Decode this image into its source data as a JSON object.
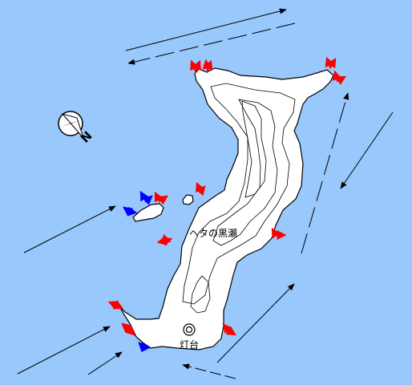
{
  "map": {
    "labels": {
      "place_name": "ヘタの黒瀬",
      "lighthouse": "灯台",
      "compass": "N"
    },
    "colors": {
      "sea": "#98c8fc",
      "land": "#ffffff",
      "outline": "#000000",
      "current_arrow": "#000000",
      "spot_red": "#ff0000",
      "spot_blue": "#0000ff"
    }
  }
}
